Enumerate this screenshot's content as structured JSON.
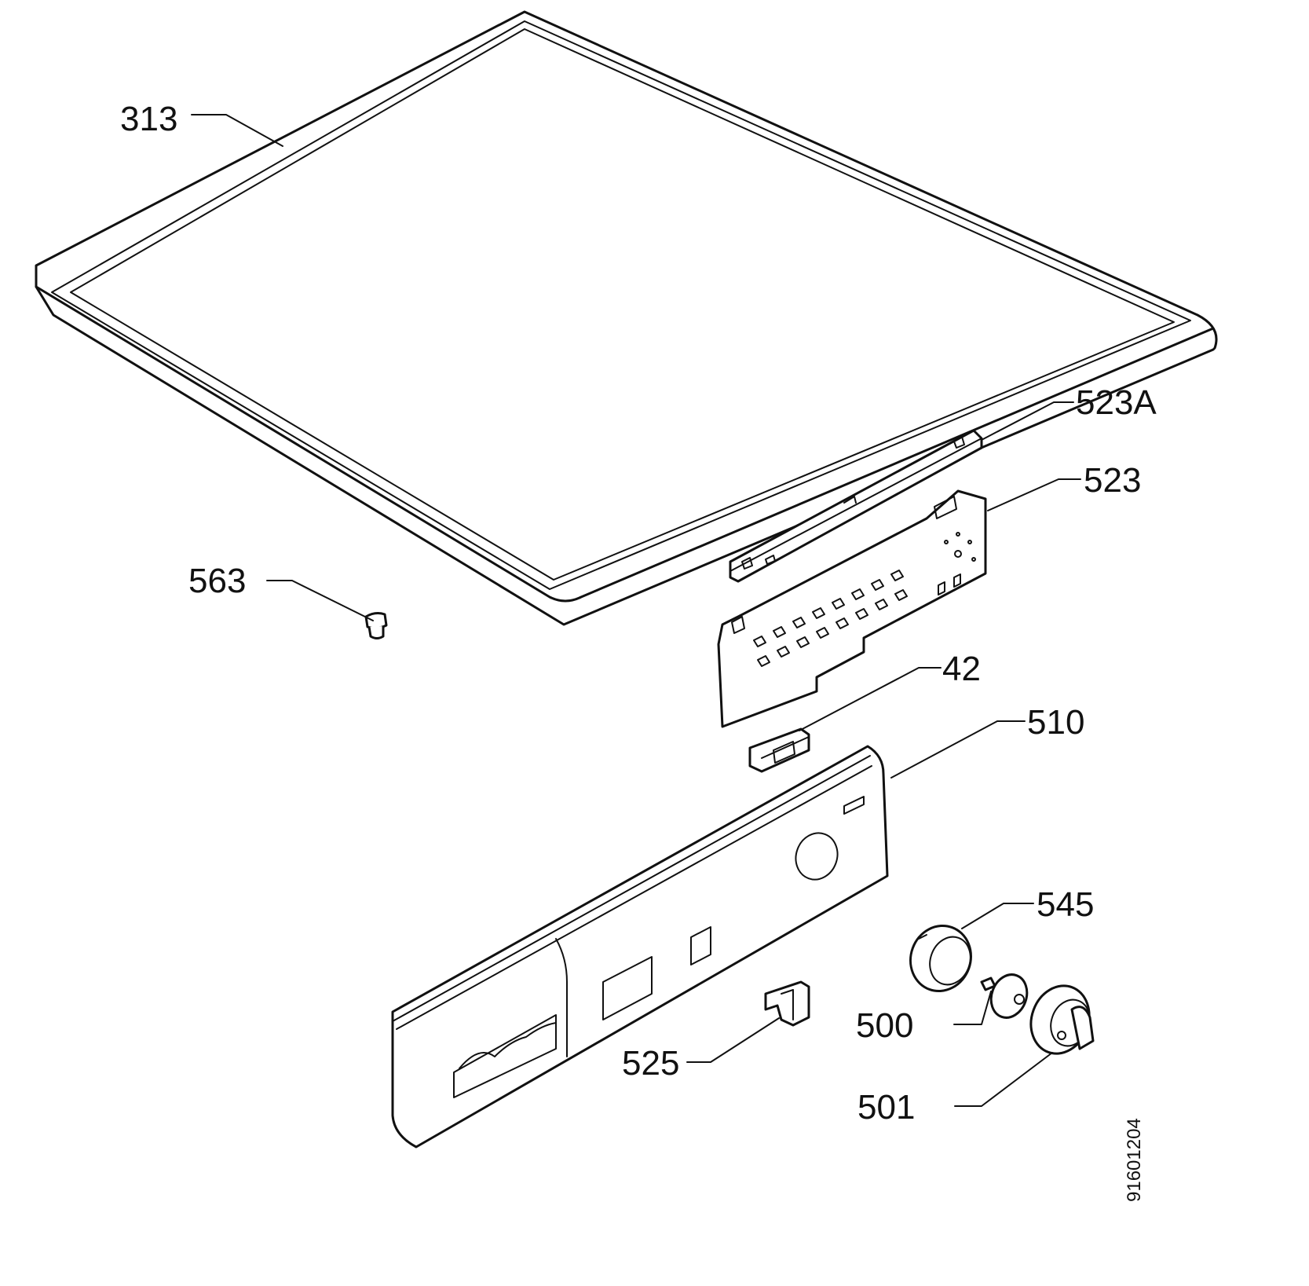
{
  "diagram": {
    "labels": {
      "p313": "313",
      "p523a": "523A",
      "p523": "523",
      "p563": "563",
      "p42": "42",
      "p510": "510",
      "p545": "545",
      "p500": "500",
      "p525": "525",
      "p501": "501"
    },
    "drawing_number": "91601204"
  }
}
